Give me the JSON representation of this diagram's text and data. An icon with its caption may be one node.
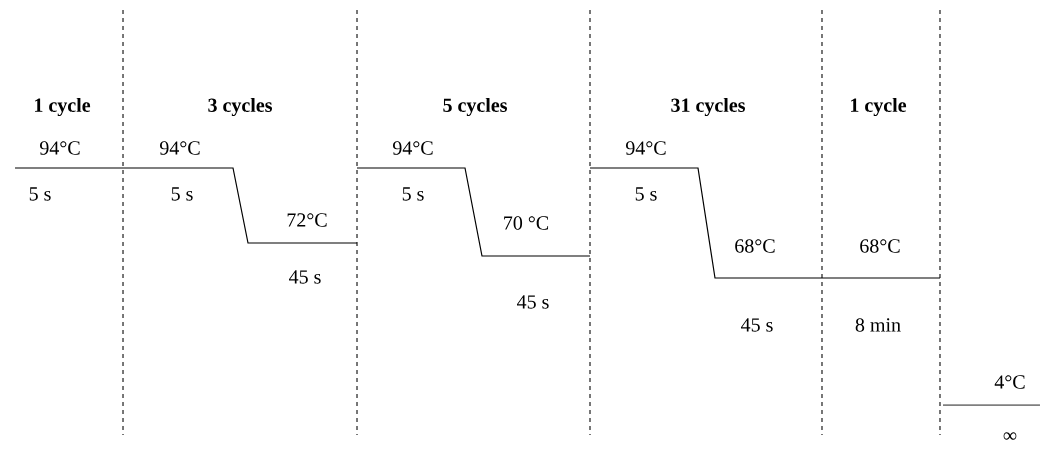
{
  "diagram": {
    "labels": [
      "1 cycle",
      "3 cycles",
      "5 cycles",
      "31 cycles",
      "1 cycle",
      "94°C",
      "94°C",
      "94°C",
      "94°C",
      "5 s",
      "5 s",
      "72°C",
      "5 s",
      "70 °C",
      "5 s",
      "68°C",
      "68°C",
      "45 s",
      "45 s",
      "45 s",
      "8 min",
      "4°C",
      "∞"
    ]
  }
}
